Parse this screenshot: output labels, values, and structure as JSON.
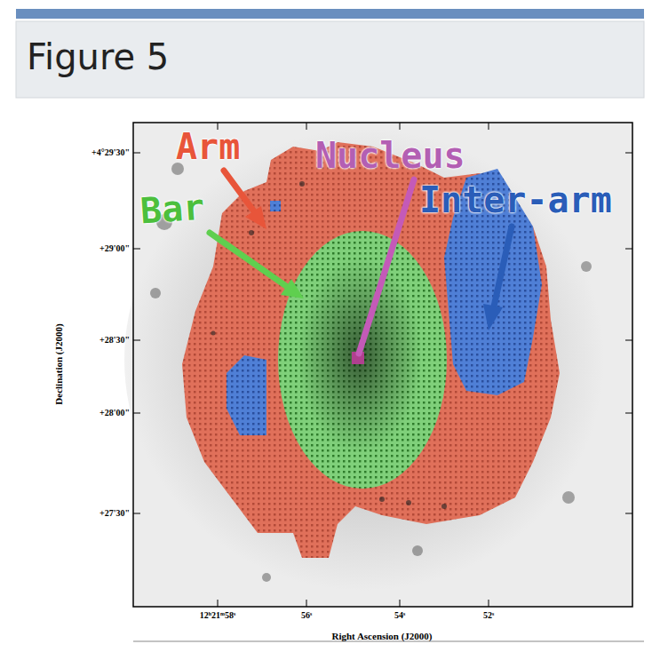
{
  "diagram": {
    "title": "Figure 5",
    "labels": [
      "Arm",
      "Nucleus",
      "Bar",
      "Inter-arm",
      "+4°29'30\"",
      "+29'00\"",
      "+28'30\"",
      "+28'00\"",
      "+27'30\"",
      "12ʰ21ᵐ58ˢ",
      "56ˢ",
      "54ˢ",
      "52ˢ",
      "Declination (J2000)",
      "Right Ascension (J2000)"
    ]
  }
}
